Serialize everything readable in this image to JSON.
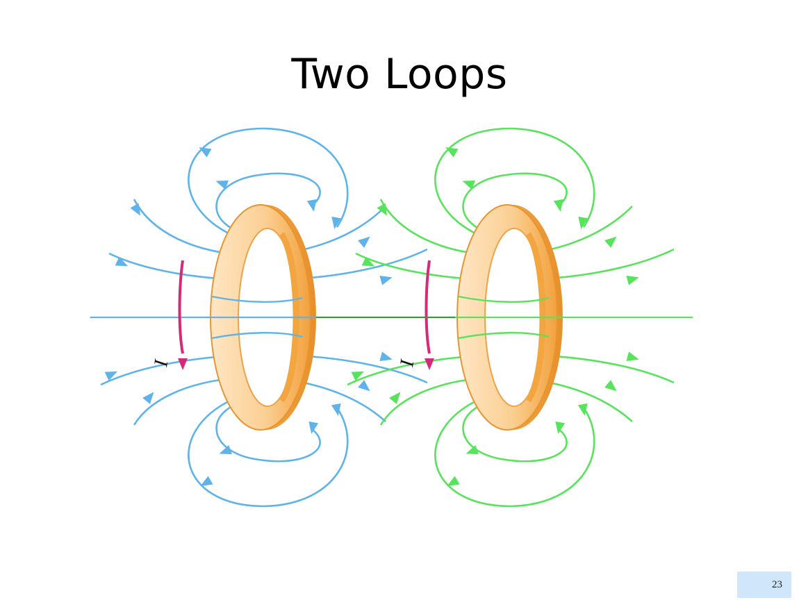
{
  "slide": {
    "title": "Two Loops",
    "page_number": "23"
  },
  "diagram": {
    "loops": [
      {
        "name": "left-loop",
        "current_label": "I",
        "field_color": "#5db3ea"
      },
      {
        "name": "right-loop",
        "current_label": "I",
        "field_color": "#57e35b"
      }
    ],
    "ring_color": "#f5a940",
    "ring_highlight": "#ffd9a6",
    "current_arrow_color": "#d62a78",
    "axis_join_color": "#3a9a3a"
  }
}
